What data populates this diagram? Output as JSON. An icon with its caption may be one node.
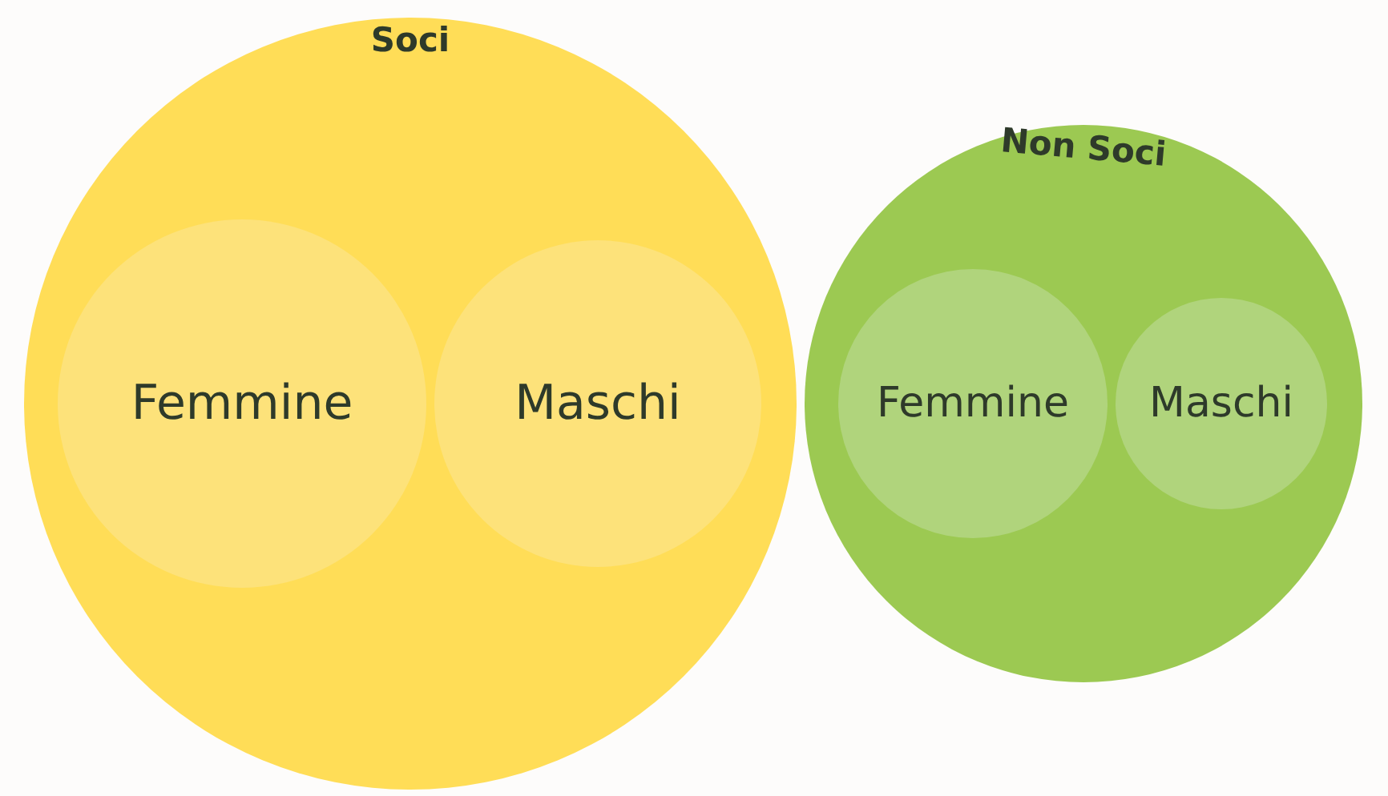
{
  "diagram": {
    "nodes": [
      {
        "text": [
          "Soci"
        ]
      },
      {
        "text": [
          "Femmine"
        ],
        "in": 0
      },
      {
        "text": [
          "Maschi"
        ],
        "in": 0
      },
      {
        "text": [
          "Non Soci"
        ]
      },
      {
        "text": [
          "Femmine"
        ],
        "in": 3
      },
      {
        "text": [
          "Maschi"
        ],
        "in": 3
      }
    ]
  }
}
